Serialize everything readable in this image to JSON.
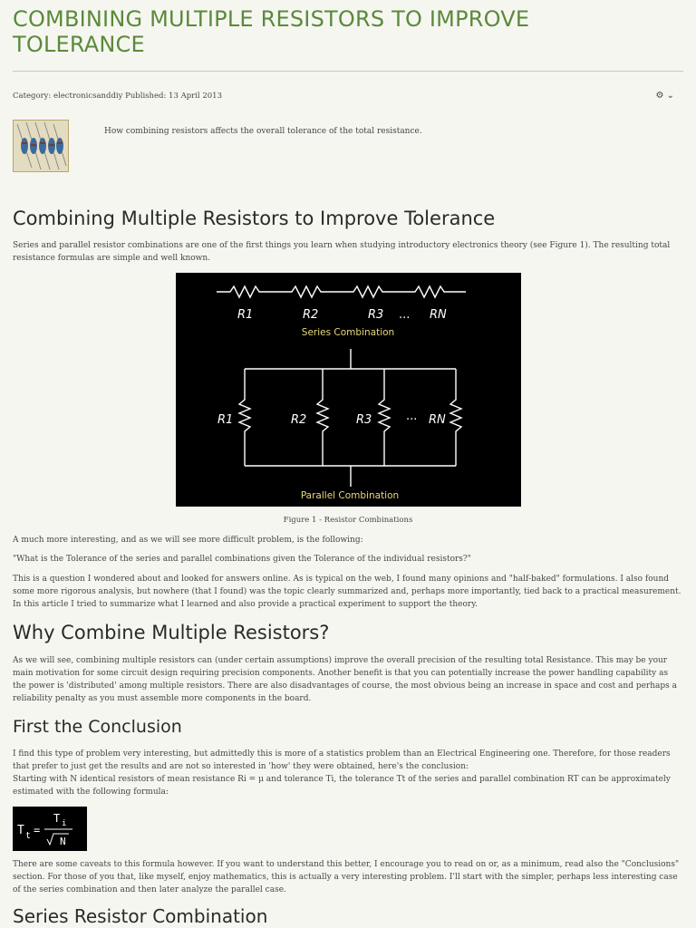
{
  "article": {
    "title": "COMBINING MULTIPLE RESISTORS TO IMPROVE TOLERANCE",
    "meta": "Category: electronicsanddiy Published: 13 April 2013",
    "tools_icon": "gear-icon",
    "intro": "How combining resistors affects the overall tolerance of the total resistance."
  },
  "sections": {
    "main_heading": "Combining Multiple Resistors to Improve Tolerance",
    "p1": "Series and parallel resistor combinations are one of the first things you learn when studying introductory electronics theory (see Figure 1). The resulting total resistance formulas are simple and well known.",
    "figure_caption": "Figure 1  - Resistor Combinations",
    "p2": "A much more interesting, and as we will see more difficult problem, is the following:",
    "p3": "\"What is the Tolerance of the series and parallel combinations given the Tolerance of the individual resistors?\"",
    "p4": "This is a question I wondered about and looked for answers online. As is typical on the web, I found many opinions and \"half-baked\" formulations. I also found some more rigorous analysis, but nowhere (that I found) was the topic clearly summarized and, perhaps more importantly, tied back to a practical measurement. In this article I tried to summarize what I learned and also provide a practical experiment to support the theory.",
    "why_heading": "Why Combine Multiple Resistors?",
    "p5": "As we will see, combining multiple resistors can (under certain assumptions) improve the overall precision of the resulting total Resistance. This may be your main motivation for some circuit design requiring precision components. Another benefit is that you can potentially increase the power handling capability as the power is 'distributed' among multiple resistors. There are also disadvantages of course, the most obvious being an increase in space and cost and perhaps a reliability penalty as you must assemble more components in the board.",
    "first_heading": "First the Conclusion",
    "p6a": "I find this type of problem very interesting, but admittedly this is more of a statistics problem than an Electrical Engineering one. Therefore, for those readers that prefer to just get the results and are not so interested in 'how' they were obtained, here's the conclusion:",
    "p6b": "Starting with N identical resistors of mean resistance Ri = μ and tolerance Ti, the tolerance Tt of the series and parallel combination RT can be approximately estimated with the following formula:",
    "p7": "There are some caveats to this formula however. If you want to understand this better, I encourage you to read on or, as a minimum, read also the \"Conclusions\" section. For those of you that, like myself, enjoy mathematics, this is actually a very interesting problem. I'll start with the simpler, perhaps less interesting case of the series combination and then later analyze the parallel case.",
    "series_heading": "Series Resistor Combination"
  },
  "figure": {
    "series_labels": [
      "R1",
      "R2",
      "R3",
      "...",
      "RN"
    ],
    "series_caption": "Series Combination",
    "parallel_labels": [
      "R1",
      "R2",
      "R3",
      "...",
      "RN"
    ],
    "parallel_caption": "Parallel Combination"
  },
  "formula": {
    "lhs": "T",
    "lhs_sub": "t",
    "equals": "=",
    "num": "T",
    "num_sub": "i",
    "den": "N"
  },
  "colors": {
    "title": "#5a8a3a",
    "figure_caption_text": "#e8d87a",
    "page_bg": "#f6f6f1"
  }
}
